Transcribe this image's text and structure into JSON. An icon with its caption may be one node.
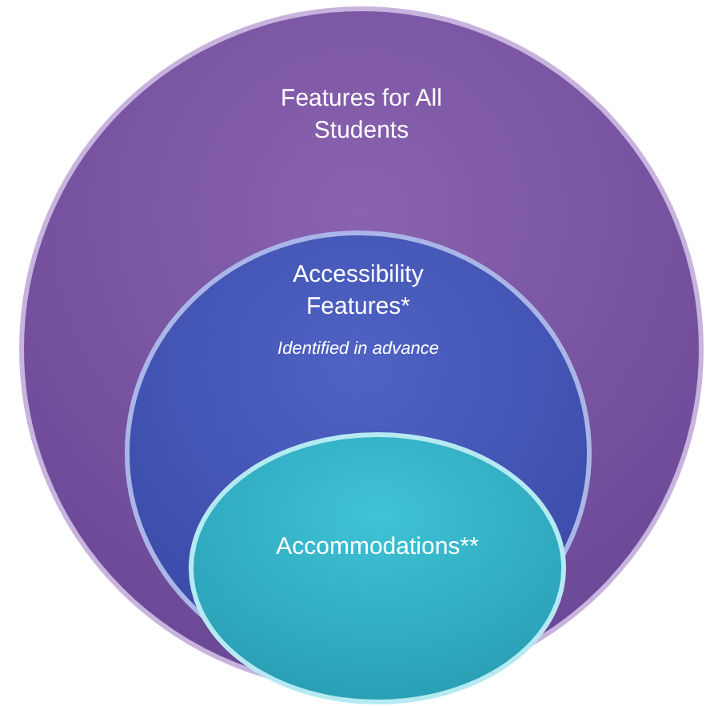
{
  "diagram": {
    "nodes": [
      {
        "text": [
          "Features for All Students"
        ]
      },
      {
        "text": [
          "Accessibility Features*",
          "Identified in advance"
        ],
        "in": 0
      },
      {
        "text": [
          "Accommodations**"
        ],
        "in": 1
      }
    ]
  }
}
